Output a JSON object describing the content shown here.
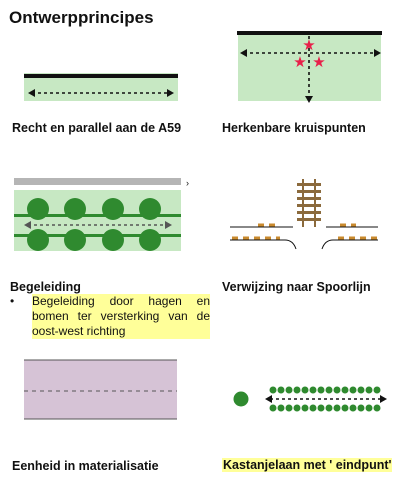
{
  "page_title": "Ontwerpprincipes",
  "principles": [
    {
      "label": "Recht en parallel aan de A59",
      "icon": "straight-road-diagram"
    },
    {
      "label": "Herkenbare kruispunten",
      "icon": "crossroads-stars-diagram"
    },
    {
      "label": "Begeleiding",
      "icon": "tree-lined-road-diagram",
      "bullets": [
        "Begeleiding door hagen en bomen ter versterking van de oost-west richting"
      ]
    },
    {
      "label": "Verwijzing naar Spoorlijn",
      "icon": "railway-crossing-diagram"
    },
    {
      "label": "Eenheid in materialisatie",
      "icon": "uniform-material-diagram"
    },
    {
      "label": "Kastanjelaan met ' eindpunt'",
      "icon": "chestnut-avenue-diagram"
    }
  ],
  "colors": {
    "panel_green": "#c7e8c3",
    "tree_green": "#2f8a2f",
    "star_red": "#e8204a",
    "road_purple": "#d6c3d6",
    "highlight_yellow": "#ffff99",
    "tie_orange": "#c98a2e",
    "rail_brown": "#8b6a3c"
  }
}
